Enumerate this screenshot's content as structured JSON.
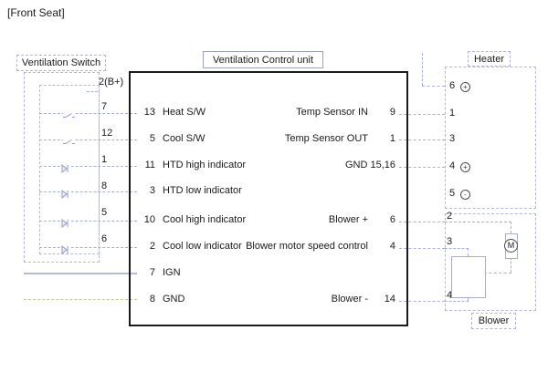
{
  "page_title": "[Front Seat]",
  "colors": {
    "wire": "#a9aed4",
    "wire_ign": "#b5badd",
    "wire_gnd": "#c8c794",
    "box_dash": "#b4b7cf"
  },
  "icons": {
    "switch_contact": "open-switch-symbol",
    "led_indicator": "led-lamp-symbol",
    "plus_terminal": "circle-plus",
    "minus_terminal": "circle-minus"
  },
  "ventilation_switch": {
    "title": "Ventilation Switch",
    "pins": [
      {
        "label": "2(B+)",
        "symbol": "none"
      },
      {
        "label": "7",
        "symbol": "switch"
      },
      {
        "label": "12",
        "symbol": "switch"
      },
      {
        "label": "1",
        "symbol": "led"
      },
      {
        "label": "8",
        "symbol": "led"
      },
      {
        "label": "5",
        "symbol": "led"
      },
      {
        "label": "6",
        "symbol": "led"
      }
    ]
  },
  "control_unit": {
    "title": "Ventilation Control unit",
    "left_pins": [
      {
        "pin": "13",
        "label": "Heat S/W"
      },
      {
        "pin": "5",
        "label": "Cool S/W"
      },
      {
        "pin": "11",
        "label": "HTD high indicator"
      },
      {
        "pin": "3",
        "label": "HTD low indicator"
      },
      {
        "pin": "10",
        "label": "Cool high indicator"
      },
      {
        "pin": "2",
        "label": "Cool low indicator"
      },
      {
        "pin": "7",
        "label": "IGN"
      },
      {
        "pin": "8",
        "label": "GND"
      }
    ],
    "right_pins": [
      {
        "label": "Temp Sensor IN",
        "pin": "9"
      },
      {
        "label": "Temp Sensor OUT",
        "pin": "1"
      },
      {
        "label": "GND 15,16",
        "pin": ""
      },
      {
        "label": "Blower +",
        "pin": "6"
      },
      {
        "label": "Blower motor speed control",
        "pin": "4"
      },
      {
        "label": "Blower -",
        "pin": "14"
      }
    ]
  },
  "heater": {
    "title": "Heater",
    "pins": [
      {
        "pin": "6",
        "polarity": "+"
      },
      {
        "pin": "1",
        "polarity": ""
      },
      {
        "pin": "3",
        "polarity": ""
      },
      {
        "pin": "4",
        "polarity": "+"
      },
      {
        "pin": "5",
        "polarity": "-"
      }
    ]
  },
  "blower": {
    "title": "Blower",
    "pins": [
      "2",
      "3",
      "4"
    ],
    "motor_label": "M"
  }
}
